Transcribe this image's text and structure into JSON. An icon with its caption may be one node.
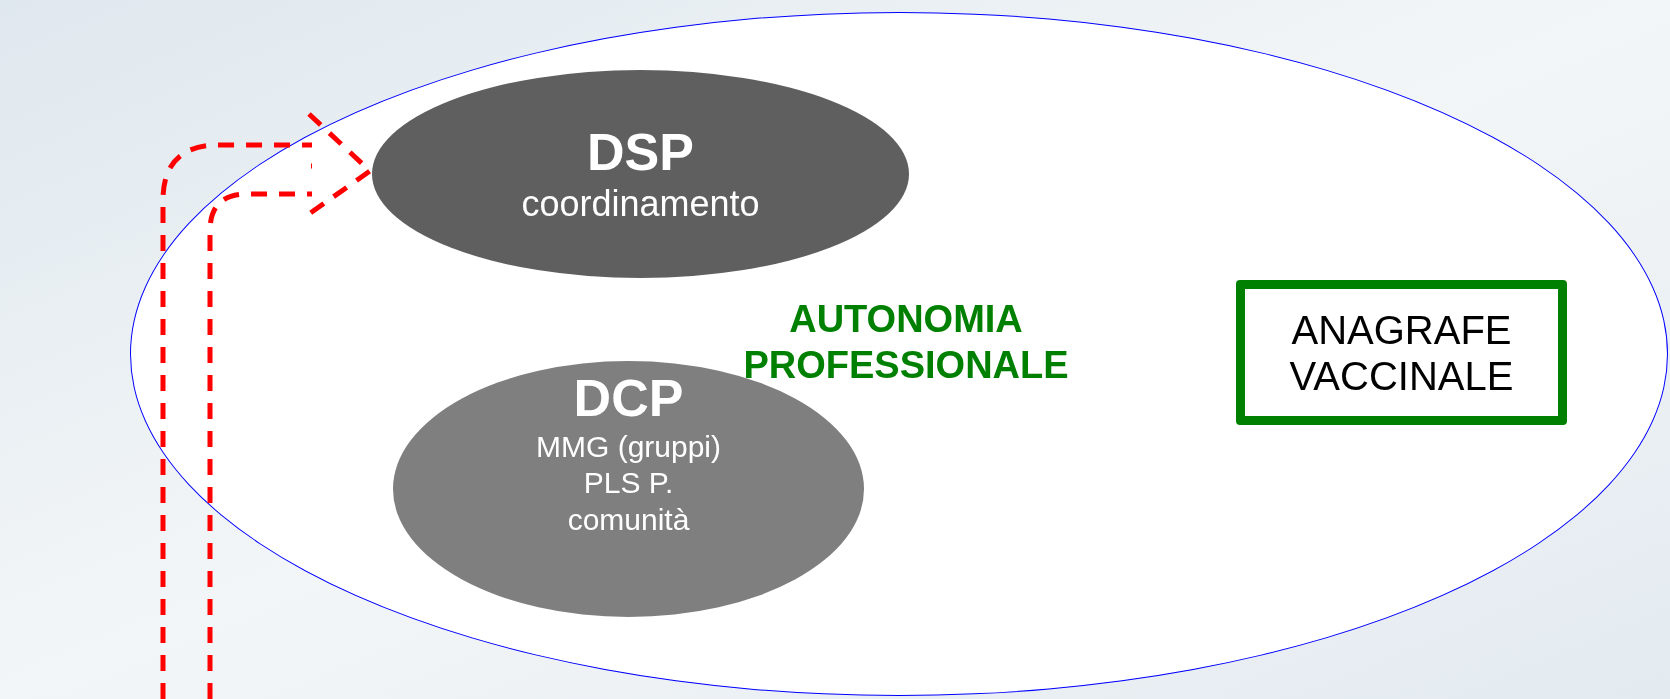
{
  "diagram": {
    "nodes": [
      {
        "text": [
          "AUTONOMIA PROFESSIONALE"
        ]
      },
      {
        "text": [
          "DSP",
          "coordinamento"
        ],
        "in": 0
      },
      {
        "text": [
          "DCP",
          "MMG (gruppi) PLS P. comunità"
        ],
        "in": 0
      },
      {
        "text": [
          "ANAGRAFE VACCINALE"
        ],
        "in": 0
      }
    ],
    "edges": [
      {
        "from": null,
        "to": 1,
        "arrow": "to",
        "style": "dashed",
        "color": "#ff0000"
      }
    ]
  }
}
